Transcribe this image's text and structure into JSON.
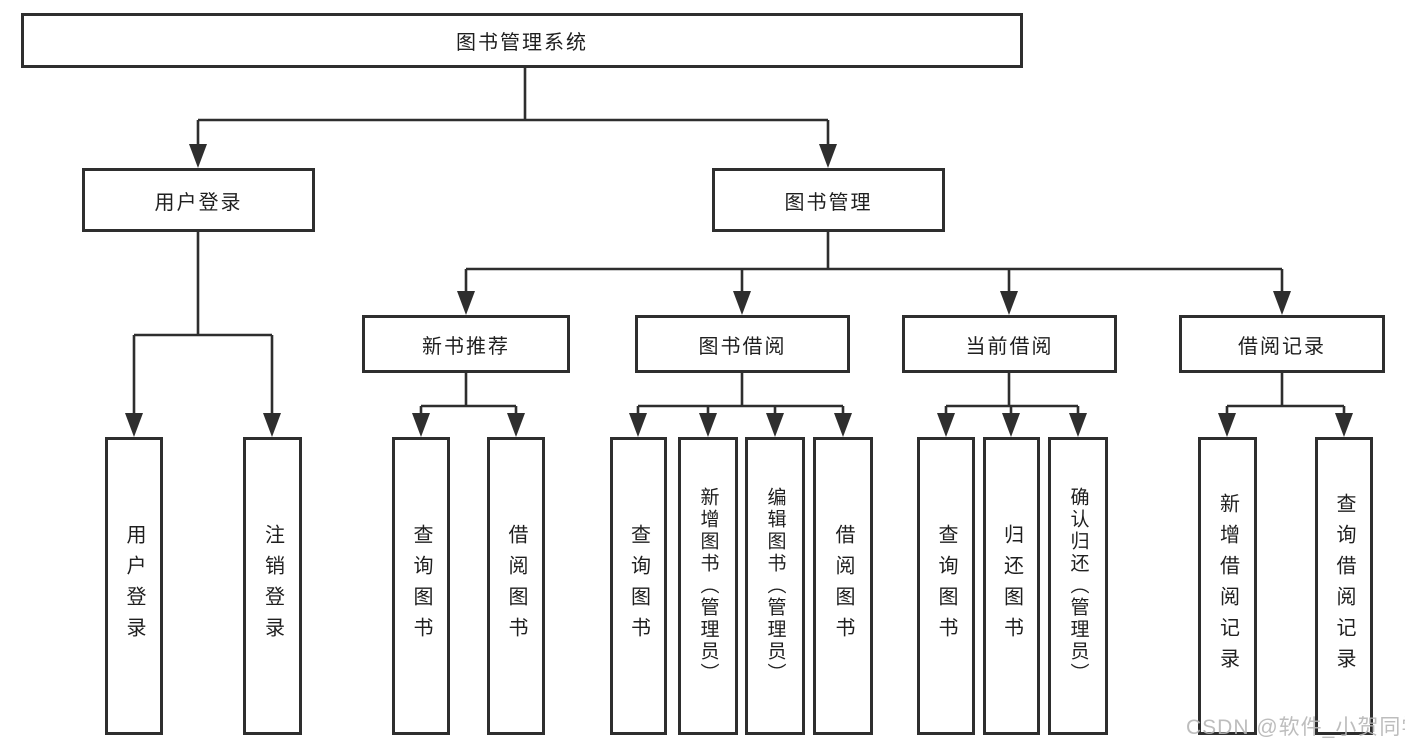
{
  "diagram_type": "function-structure-tree",
  "colors": {
    "background": "#ffffff",
    "line": "#2e2e2e",
    "box_border": "#2e2e2e",
    "text": "#1f1f1f",
    "watermark": "#b6b6b6"
  },
  "tree": {
    "label": "图书管理系统",
    "children": [
      {
        "label": "用户登录",
        "children": [
          {
            "label": "用户登录"
          },
          {
            "label": "注销登录"
          }
        ]
      },
      {
        "label": "图书管理",
        "children": [
          {
            "label": "新书推荐",
            "children": [
              {
                "label": "查询图书"
              },
              {
                "label": "借阅图书"
              }
            ]
          },
          {
            "label": "图书借阅",
            "children": [
              {
                "label": "查询图书"
              },
              {
                "label": "新增图书（管理员）"
              },
              {
                "label": "编辑图书（管理员）"
              },
              {
                "label": "借阅图书"
              }
            ]
          },
          {
            "label": "当前借阅",
            "children": [
              {
                "label": "查询图书"
              },
              {
                "label": "归还图书"
              },
              {
                "label": "确认归还（管理员）"
              }
            ]
          },
          {
            "label": "借阅记录",
            "children": [
              {
                "label": "新增借阅记录"
              },
              {
                "label": "查询借阅记录"
              }
            ]
          }
        ]
      }
    ]
  },
  "watermark": {
    "text": "CSDN @软件_小贺同学"
  }
}
